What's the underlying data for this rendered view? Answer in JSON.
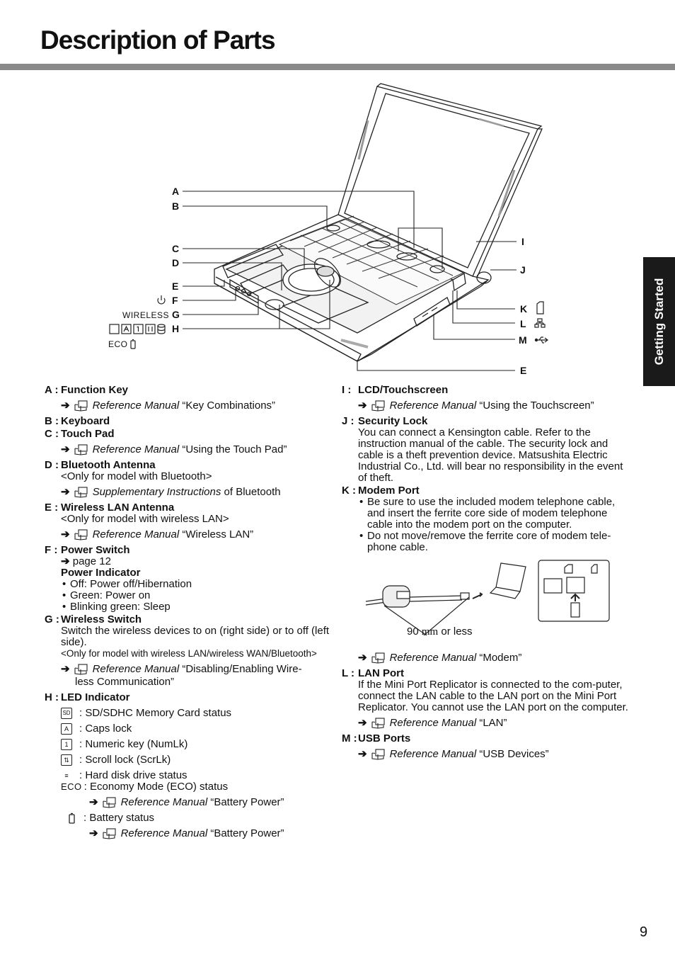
{
  "page": {
    "title": "Description of Parts",
    "side_tab": "Getting Started",
    "page_number": "9"
  },
  "figure_labels": {
    "A": "A",
    "B": "B",
    "C": "C",
    "D": "D",
    "E": "E",
    "F": "F",
    "G": "G",
    "H": "H",
    "I": "I",
    "J": "J",
    "K": "K",
    "L": "L",
    "M": "M",
    "E2": "E",
    "wireless": "WIRELESS",
    "eco": "ECO"
  },
  "items": {
    "A": {
      "letter": "A :",
      "title": "Function Key",
      "ref_doc": "Reference Manual",
      "ref_topic": "“Key Combinations”"
    },
    "B": {
      "letter": "B :",
      "title": "Keyboard"
    },
    "C": {
      "letter": "C :",
      "title": "Touch Pad",
      "ref_doc": "Reference Manual",
      "ref_topic": "“Using the Touch Pad”"
    },
    "D": {
      "letter": "D :",
      "title": "Bluetooth Antenna",
      "note": "<Only for model with Bluetooth>",
      "ref_doc": "Supplementary Instructions",
      "ref_topic": "of Bluetooth"
    },
    "E": {
      "letter": "E :",
      "title": "Wireless LAN Antenna",
      "note": "<Only for model with wireless LAN>",
      "ref_doc": "Reference Manual",
      "ref_topic": "“Wireless LAN”"
    },
    "F": {
      "letter": "F :",
      "title": "Power Switch",
      "page_ref": "page 12",
      "sub_title": "Power Indicator",
      "bullets": [
        "Off: Power off/Hibernation",
        "Green: Power on",
        "Blinking green: Sleep"
      ]
    },
    "G": {
      "letter": "G :",
      "title": "Wireless Switch",
      "text": "Switch the wireless devices to on (right side) or to off (left side).",
      "note": "<Only for model with wireless LAN/wireless WAN/Bluetooth>",
      "ref_doc": "Reference Manual",
      "ref_topic_1": "“Disabling/Enabling Wire-",
      "ref_topic_2": "less Communication”"
    },
    "H": {
      "letter": "H :",
      "title": "LED Indicator",
      "leds": [
        {
          "icon": "SD",
          "text": ": SD/SDHC Memory Card status"
        },
        {
          "icon": "A",
          "text": ": Caps lock"
        },
        {
          "icon": "1",
          "text": ": Numeric key (NumLk)"
        },
        {
          "icon": "⇅",
          "text": ": Scroll lock (ScrLk)"
        },
        {
          "icon": "≡",
          "text": ": Hard disk drive status"
        }
      ],
      "eco_icon": "ECO",
      "eco_text": ": Economy Mode (ECO) status",
      "eco_ref_doc": "Reference Manual",
      "eco_ref_topic": "“Battery Power”",
      "battery_text": ": Battery status",
      "battery_ref_doc": "Reference Manual",
      "battery_ref_topic": "“Battery Power”"
    },
    "I": {
      "letter": "I :",
      "title": "LCD/Touchscreen",
      "ref_doc": "Reference Manual",
      "ref_topic": "“Using the Touchscreen”"
    },
    "J": {
      "letter": "J :",
      "title": "Security Lock",
      "text": "You can connect a Kensington cable. Refer to the instruction manual of the cable. The security lock and cable is a theft prevention device. Matsushita Electric Industrial Co., Ltd. will bear no responsibility in the event of theft."
    },
    "K": {
      "letter": "K :",
      "title": "Modem Port",
      "bullets": [
        "Be sure to use the included modem telephone cable, and insert the ferrite core side of modem telephone cable into the modem port on the computer.",
        "Do not move/remove the ferrite core of modem tele-phone cable."
      ],
      "figure_caption_num": "90",
      "figure_caption_unit": "mm",
      "figure_caption_rest": "or less",
      "ref_doc": "Reference Manual",
      "ref_topic": "“Modem”"
    },
    "L": {
      "letter": "L :",
      "title": "LAN Port",
      "text": "If the Mini Port Replicator is connected to the com-puter, connect the LAN cable to the LAN port on the Mini Port Replicator. You cannot use the LAN port on the computer.",
      "ref_doc": "Reference Manual",
      "ref_topic": "“LAN”"
    },
    "M": {
      "letter": "M :",
      "title": "USB Ports",
      "ref_doc": "Reference Manual",
      "ref_topic": "“USB Devices”"
    }
  },
  "icons": {
    "arrow": "➔",
    "reference": "book-monitor-icon"
  }
}
